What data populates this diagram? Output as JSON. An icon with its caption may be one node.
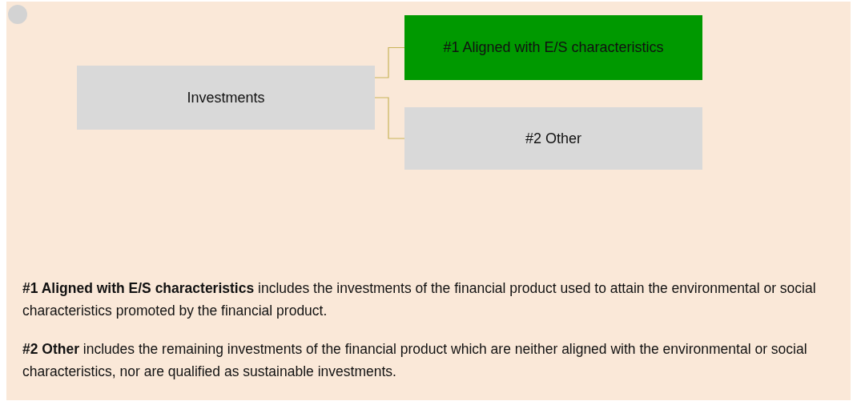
{
  "diagram": {
    "nodes": [
      {
        "text": [
          "Investments"
        ]
      },
      {
        "text": [
          "#1 Aligned with E/S characteristics"
        ]
      },
      {
        "text": [
          "#2 Other"
        ]
      }
    ],
    "edges": [
      {
        "from": 0,
        "to": 1,
        "arrow": "none"
      },
      {
        "from": 0,
        "to": 2,
        "arrow": "none"
      }
    ],
    "labels": [
      "**#1 Aligned with E/S characteristics** includes the investments of the financial product used to attain the environmental or social characteristics promoted by the financial product.",
      "**#2 Other** includes the remaining investments of the financial product which are neither aligned with the environmental or social characteristics, nor are qualified as sustainable investments."
    ]
  }
}
